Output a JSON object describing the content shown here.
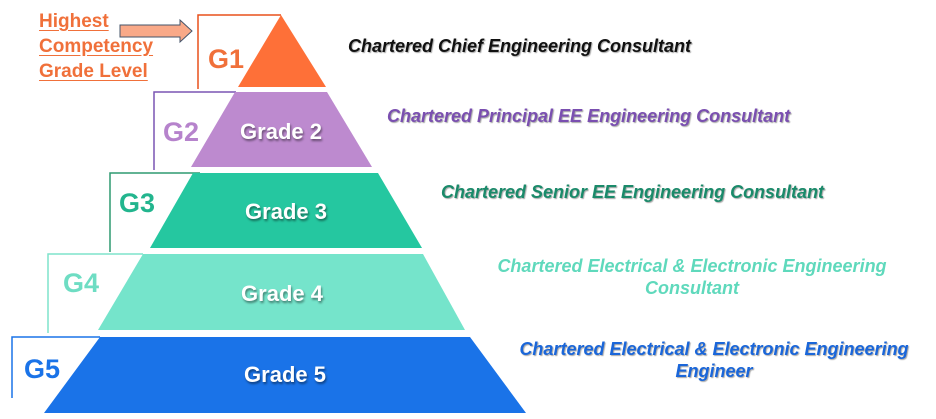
{
  "annotation": {
    "lines": [
      "Highest",
      "Competency",
      "Grade Level"
    ],
    "color": "#F0703A",
    "arrow": {
      "fill": "#F9A988",
      "stroke": "#44546A",
      "icon": "right-arrow-icon"
    }
  },
  "tiers": [
    {
      "code": "G1",
      "label": "",
      "title_lines": [
        "Chartered Chief Engineering Consultant"
      ],
      "color": "#FE7038",
      "title_color": "#111111",
      "code_color": "#F0703A",
      "bracket_color": "#E8501C"
    },
    {
      "code": "G2",
      "label": "Grade 2",
      "title_lines": [
        "Chartered Principal EE Engineering Consultant"
      ],
      "color": "#BD8ACF",
      "title_color": "#7A4FB0",
      "code_color": "#B683CC",
      "bracket_color": "#7A55B3"
    },
    {
      "code": "G3",
      "label": "Grade 3",
      "title_lines": [
        "Chartered Senior EE Engineering Consultant"
      ],
      "color": "#25C7A0",
      "title_color": "#1A8A6A",
      "code_color": "#22B58E",
      "bracket_color": "#2E9A70"
    },
    {
      "code": "G4",
      "label": "Grade 4",
      "title_lines": [
        "Chartered Electrical & Electronic Engineering",
        "Consultant"
      ],
      "color": "#75E4CB",
      "title_color": "#5FD9BC",
      "code_color": "#6EDDC3",
      "bracket_color": "#7FE3CC"
    },
    {
      "code": "G5",
      "label": "Grade 5",
      "title_lines": [
        "Chartered Electrical & Electronic Engineering",
        "Engineer"
      ],
      "color": "#1A73E8",
      "title_color": "#1A66D9",
      "code_color": "#1A73E8",
      "bracket_color": "#1A73E8"
    }
  ]
}
